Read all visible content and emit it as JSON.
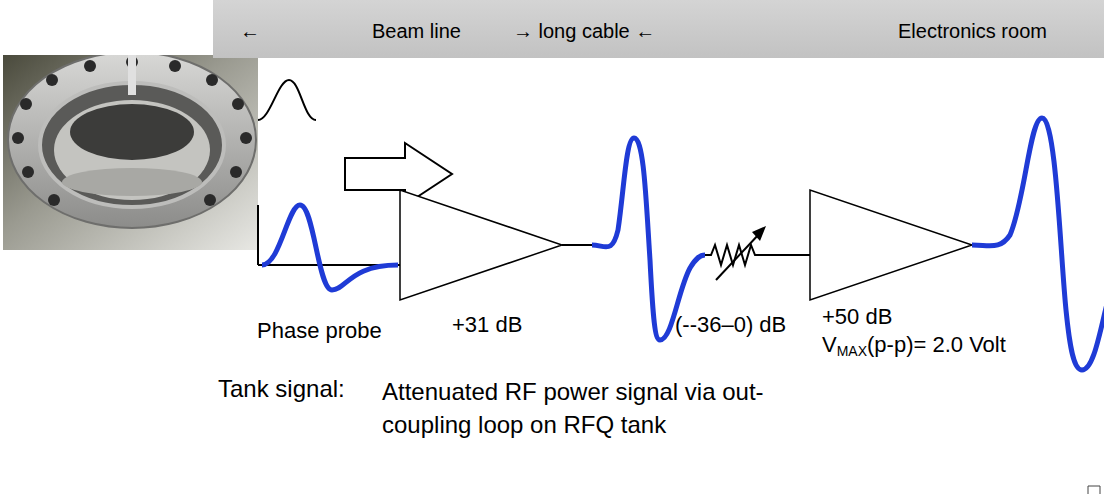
{
  "diagram": {
    "nodes": [
      {
        "text": [
          "←",
          "Beam line",
          "→ long cable ←",
          "Electronics room"
        ]
      }
    ],
    "labels": [
      "Phase probe",
      "+31 dB",
      "(--36–0) dB",
      "+50 dB",
      "V",
      "MAX",
      "(p-p)= 2.0 Volt",
      "Tank signal:",
      "Attenuated RF power signal via out-coupling loop on RFQ tank"
    ]
  }
}
